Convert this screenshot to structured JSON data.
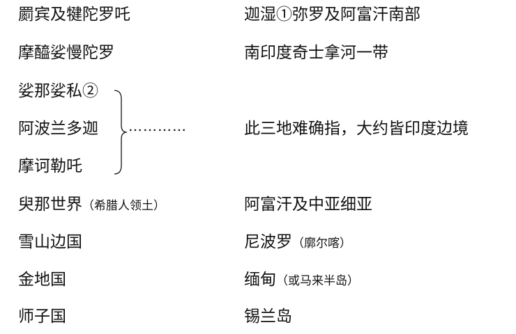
{
  "rows": [
    {
      "left": "罽宾及犍陀罗吒",
      "right": "迦湿①弥罗及阿富汗南部"
    },
    {
      "left": "摩醯娑慢陀罗",
      "right": "南印度奇士拿河一带"
    },
    {
      "left": "娑那娑私②",
      "right": ""
    },
    {
      "left": "阿波兰多迦",
      "right": "此三地难确指，大约皆印度边境"
    },
    {
      "left": "摩诃勒吒",
      "right": ""
    },
    {
      "left": "臾那世界",
      "left_note": "（希腊人领土）",
      "right": "阿富汗及中亚细亚"
    },
    {
      "left": "雪山边国",
      "right": "尼波罗",
      "right_note": "（廓尔喀）"
    },
    {
      "left": "金地国",
      "right": "缅甸",
      "right_note": "（或马来半岛）"
    },
    {
      "left": "师子国",
      "right": "锡兰岛"
    }
  ],
  "group_dots": "…………"
}
